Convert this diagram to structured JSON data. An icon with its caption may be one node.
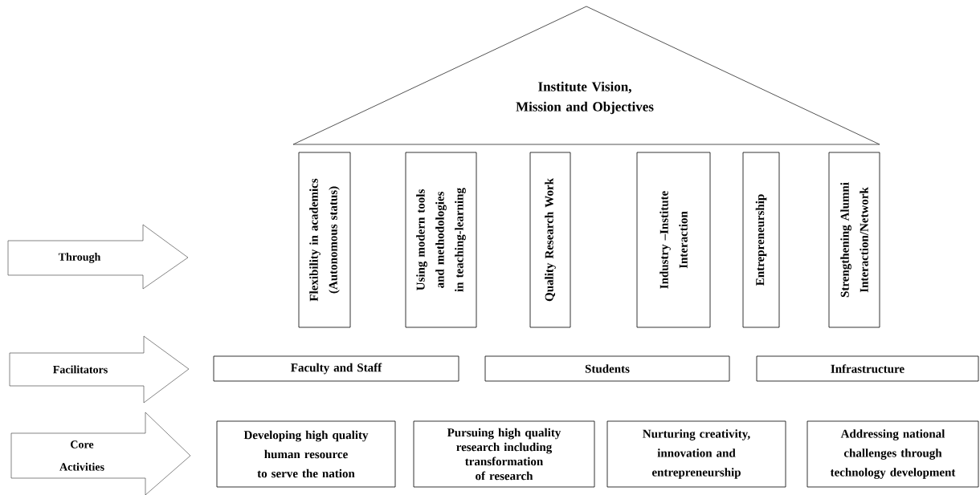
{
  "diagram": {
    "nodes": [
      {
        "text": [
          "Institute Vision, Mission and Objectives"
        ]
      },
      {
        "text": [
          "Through"
        ]
      },
      {
        "text": [
          "Flexibility in academics (Autonomous status)"
        ]
      },
      {
        "text": [
          "Using modern tools and methodologies in teaching-learning"
        ]
      },
      {
        "text": [
          "Quality Research Work"
        ]
      },
      {
        "text": [
          "Industry –Institute Interaction"
        ]
      },
      {
        "text": [
          "Entrepreneurship"
        ]
      },
      {
        "text": [
          "Strengthening Alumni Interaction/Network"
        ]
      },
      {
        "text": [
          "Facilitators"
        ]
      },
      {
        "text": [
          "Faculty and Staff"
        ]
      },
      {
        "text": [
          "Students"
        ]
      },
      {
        "text": [
          "Infrastructure"
        ]
      },
      {
        "text": [
          "Core Activities"
        ]
      },
      {
        "text": [
          "Developing high quality human resource to serve the nation"
        ]
      },
      {
        "text": [
          "Pursuing high quality research including transformation of research"
        ]
      },
      {
        "text": [
          "Nurturing creativity, innovation and entrepreneurship"
        ]
      },
      {
        "text": [
          "Addressing national challenges through technology development"
        ]
      }
    ],
    "edges": []
  }
}
